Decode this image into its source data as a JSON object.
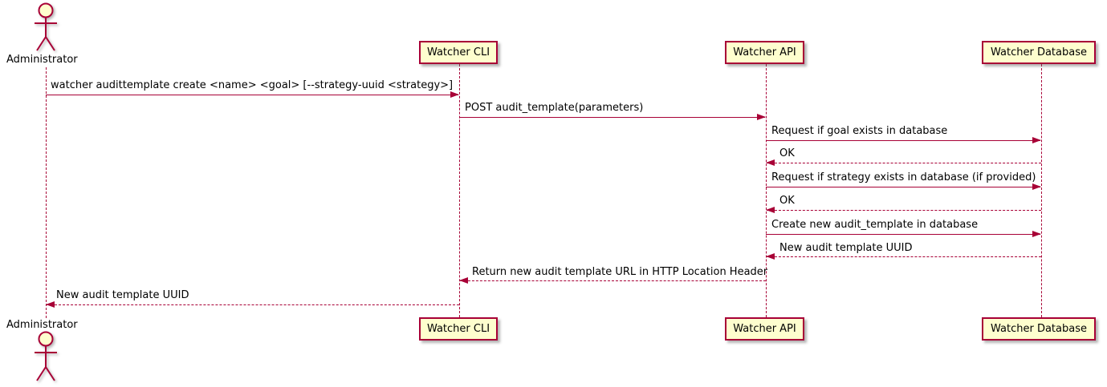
{
  "diagram": {
    "type": "uml-sequence-diagram",
    "colors": {
      "background": "#FFFFFF",
      "participant_fill": "#FEFECE",
      "participant_border": "#A80036",
      "line": "#A80036",
      "text": "#000000"
    },
    "actor": {
      "top_label": "Administrator",
      "bottom_label": "Administrator"
    },
    "participants": [
      {
        "id": "watcher-cli",
        "label": "Watcher CLI"
      },
      {
        "id": "watcher-api",
        "label": "Watcher API"
      },
      {
        "id": "watcher-database",
        "label": "Watcher Database"
      }
    ],
    "messages": [
      {
        "from": "Administrator",
        "to": "Watcher CLI",
        "style": "solid",
        "label": "watcher audittemplate create <name> <goal> [--strategy-uuid <strategy>]"
      },
      {
        "from": "Watcher CLI",
        "to": "Watcher API",
        "style": "solid",
        "label": "POST audit_template(parameters)"
      },
      {
        "from": "Watcher API",
        "to": "Watcher Database",
        "style": "solid",
        "label": "Request if goal exists in database"
      },
      {
        "from": "Watcher Database",
        "to": "Watcher API",
        "style": "dashed",
        "label": "OK"
      },
      {
        "from": "Watcher API",
        "to": "Watcher Database",
        "style": "solid",
        "label": "Request if strategy exists in database (if provided)"
      },
      {
        "from": "Watcher Database",
        "to": "Watcher API",
        "style": "dashed",
        "label": "OK"
      },
      {
        "from": "Watcher API",
        "to": "Watcher Database",
        "style": "solid",
        "label": "Create new audit_template in database"
      },
      {
        "from": "Watcher Database",
        "to": "Watcher API",
        "style": "dashed",
        "label": "New audit template UUID"
      },
      {
        "from": "Watcher API",
        "to": "Watcher CLI",
        "style": "dashed",
        "label": "Return new audit template URL in HTTP Location Header"
      },
      {
        "from": "Watcher CLI",
        "to": "Administrator",
        "style": "dashed",
        "label": "New audit template UUID"
      }
    ]
  }
}
